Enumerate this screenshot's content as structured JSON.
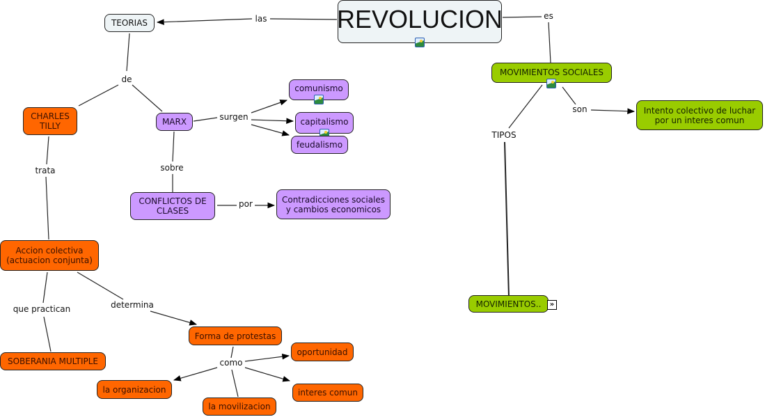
{
  "map": {
    "nodes": {
      "revolucion": "REVOLUCION",
      "teorias": "TEORIAS",
      "charles_tilly": "CHARLES\nTILLY",
      "marx": "MARX",
      "comunismo": "comunismo",
      "capitalismo": "capitalismo",
      "feudalismo": "feudalismo",
      "conflictos": "CONFLICTOS DE\nCLASES",
      "contradicciones": "Contradicciones sociales\ny cambios economicos",
      "accion_colectiva": "Accion colectiva\n(actuacion conjunta)",
      "soberania": "SOBERANIA MULTIPLE",
      "forma_protestas": "Forma de protestas",
      "oportunidad": "oportunidad",
      "organizacion": "la organizacion",
      "movilizacion": "la movilizacion",
      "interes_comun": "interes comun",
      "movimientos_sociales": "MOVIMIENTOS SOCIALES",
      "intento_colectivo": "Intento colectivo de luchar\npor un interes comun",
      "movimientos": "MOVIMIENTOS.."
    },
    "links": {
      "las": "las",
      "es": "es",
      "de": "de",
      "trata": "trata",
      "surgen": "surgen",
      "sobre": "sobre",
      "por": "por",
      "que_practican": "que practican",
      "determina": "determina",
      "como": "como",
      "son": "son",
      "tipos": "TIPOS"
    },
    "icons": {
      "image_resource": "image-icon",
      "expand": "»"
    },
    "colors": {
      "orange": "#ff6600",
      "purple": "#cc99ff",
      "green": "#99cc00",
      "light": "#eef4f6"
    }
  }
}
